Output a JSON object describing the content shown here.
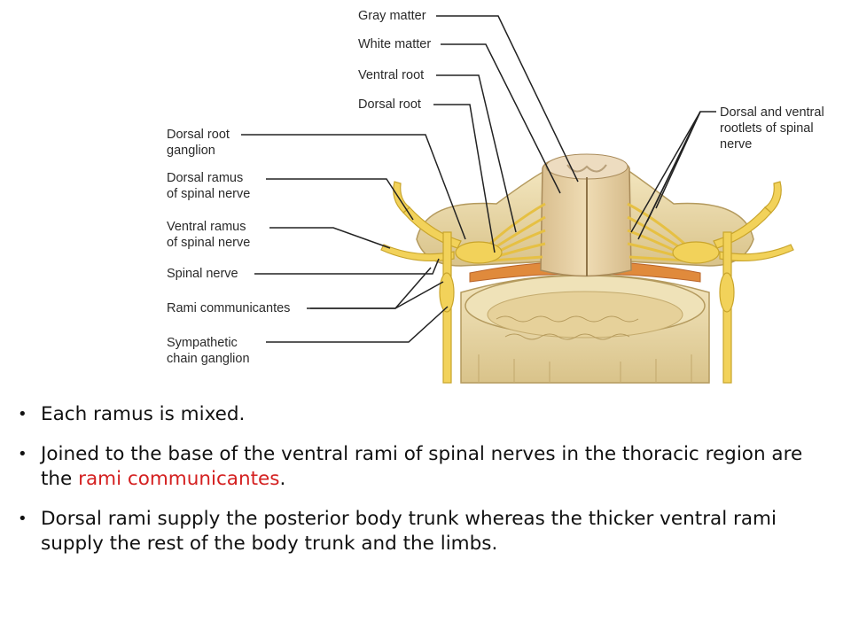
{
  "diagram": {
    "labels_left_top": {
      "gray_matter": "Gray matter",
      "white_matter": "White matter",
      "ventral_root": "Ventral root",
      "dorsal_root": "Dorsal root"
    },
    "labels_left": {
      "drg_line1": "Dorsal root",
      "drg_line2": "ganglion",
      "dorsal_ramus_line1": "Dorsal ramus",
      "dorsal_ramus_line2": "of spinal nerve",
      "ventral_ramus_line1": "Ventral ramus",
      "ventral_ramus_line2": "of spinal nerve",
      "spinal_nerve": "Spinal nerve",
      "rami_communicantes": "Rami communicantes",
      "sympathetic_line1": "Sympathetic",
      "sympathetic_line2": "chain ganglion"
    },
    "labels_right": {
      "rootlets_line1": "Dorsal and ventral",
      "rootlets_line2": "rootlets of spinal",
      "rootlets_line3": "nerve"
    },
    "colors": {
      "nerve": "#f2d25a",
      "bone": "#ecdcae",
      "cord": "#e8d3a8",
      "dura": "#e08a3c",
      "leader": "#222222"
    }
  },
  "bullets": {
    "b1": "Each ramus is mixed.",
    "b2_pre": "Joined to the base of the ventral rami of spinal nerves in the thoracic region are the ",
    "b2_highlight": "rami communicantes",
    "b2_post": ".",
    "b3": "Dorsal rami supply the posterior body trunk whereas the thicker ventral rami supply the rest of the body trunk and the limbs.",
    "bullet_char": "•"
  }
}
